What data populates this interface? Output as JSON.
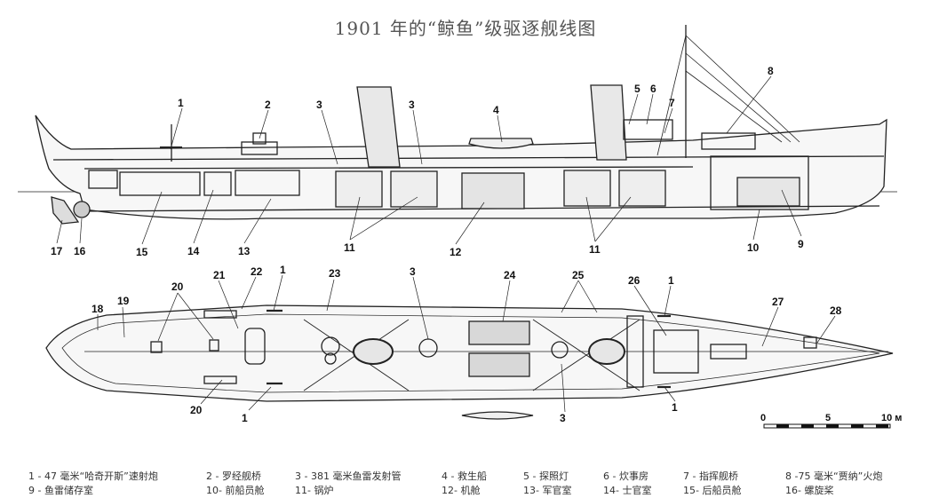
{
  "title": "1901 年的“鲸鱼”级驱逐舰线图",
  "side_callouts": [
    "1",
    "2",
    "3",
    "3",
    "4",
    "5",
    "6",
    "7",
    "8",
    "9",
    "10",
    "11",
    "11",
    "12",
    "13",
    "14",
    "15",
    "16",
    "17"
  ],
  "plan_callouts": [
    "18",
    "19",
    "20",
    "21",
    "22",
    "1",
    "23",
    "3",
    "24",
    "25",
    "26",
    "1",
    "27",
    "28",
    "20",
    "1",
    "3",
    "1"
  ],
  "scale": {
    "zero": "0",
    "mid": "5",
    "end": "10 м"
  },
  "legend": {
    "row1": [
      "1 - 47 毫米“哈奇开斯”速射炮",
      "2 - 罗经舰桥",
      "3 - 381 毫米鱼雷发射管",
      "4 - 救生船",
      "5 - 探照灯",
      "6 - 炊事房",
      "7 - 指挥舰桥",
      "8 -75 毫米“贾纳”火炮"
    ],
    "row2": [
      "9 - 鱼雷储存室",
      "10- 前船员舱",
      "11- 锅炉",
      "12- 机舱",
      "13- 军官室",
      "14- 士官室",
      "15- 后船员舱",
      "16- 螺旋桨"
    ]
  }
}
